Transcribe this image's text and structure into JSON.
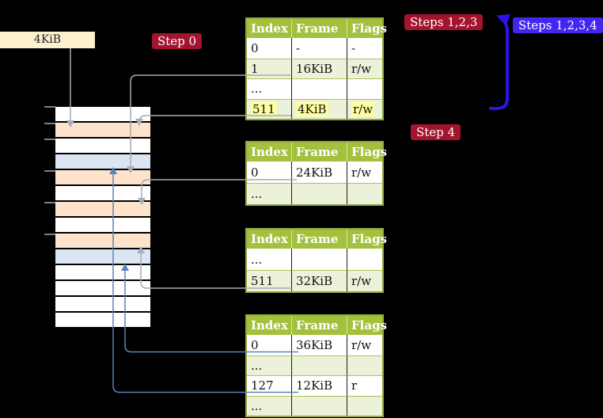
{
  "labels": {
    "page_size": "4KiB",
    "step0": "Step 0",
    "steps123": "Steps 1,2,3",
    "steps1234": "Steps 1,2,3,4",
    "step4": "Step 4"
  },
  "colors": {
    "badge-red": "#a3142f",
    "badge-blue": "#4326f0",
    "arrow-indigo": "#2c13e8",
    "connector-gray": "#a9a9a9",
    "connector-blue": "#5b82bd",
    "table-header-green": "#a3c13d",
    "table-row-green": "#ecf1da",
    "table-border-green": "#8fa93a",
    "highlight-yellow": "#ffffa1",
    "memory-white": "#ffffff",
    "memory-peach": "#fde3cb",
    "memory-blue": "#dbe6f2",
    "label-cream": "#fcf0cd"
  },
  "tables": [
    {
      "name": "page-table-1",
      "headers": [
        "Index",
        "Frame",
        "Flags"
      ],
      "rows": [
        {
          "cells": [
            "0",
            "-",
            "-"
          ]
        },
        {
          "cells": [
            "1",
            "16KiB",
            "r/w"
          ]
        },
        {
          "cells": [
            "...",
            "",
            ""
          ]
        },
        {
          "cells": [
            "511",
            "4KiB",
            "r/w"
          ],
          "highlight": true
        }
      ]
    },
    {
      "name": "page-table-2",
      "headers": [
        "Index",
        "Frame",
        "Flags"
      ],
      "rows": [
        {
          "cells": [
            "0",
            "24KiB",
            "r/w"
          ]
        },
        {
          "cells": [
            "...",
            "",
            ""
          ]
        }
      ]
    },
    {
      "name": "page-table-3",
      "headers": [
        "Index",
        "Frame",
        "Flags"
      ],
      "rows": [
        {
          "cells": [
            "...",
            "",
            ""
          ]
        },
        {
          "cells": [
            "511",
            "32KiB",
            "r/w"
          ]
        }
      ]
    },
    {
      "name": "page-table-4",
      "headers": [
        "Index",
        "Frame",
        "Flags"
      ],
      "rows": [
        {
          "cells": [
            "0",
            "36KiB",
            "r/w"
          ]
        },
        {
          "cells": [
            "...",
            "",
            ""
          ]
        },
        {
          "cells": [
            "127",
            "12KiB",
            "r"
          ]
        },
        {
          "cells": [
            "...",
            "",
            ""
          ]
        }
      ]
    }
  ],
  "memory": {
    "row_colors": [
      "white",
      "peach",
      "white",
      "blue",
      "peach",
      "white",
      "peach",
      "white",
      "peach",
      "blue",
      "white",
      "white",
      "white",
      "white"
    ]
  }
}
